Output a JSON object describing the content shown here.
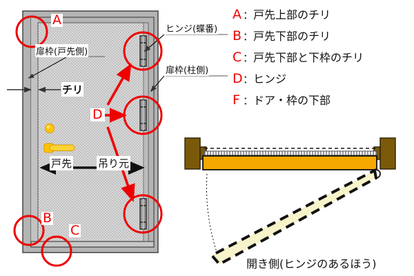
{
  "legend": {
    "items": [
      {
        "key": "A",
        "sep": "：",
        "text": "戸先上部のチリ"
      },
      {
        "key": "B",
        "sep": "：",
        "text": "戸先下部のチリ"
      },
      {
        "key": "C",
        "sep": "：",
        "text": "戸先下部と下枠のチリ"
      },
      {
        "key": "D",
        "sep": "：",
        "text": "ヒンジ"
      },
      {
        "key": "F",
        "sep": "：",
        "text": "ドア・枠の下部"
      }
    ]
  },
  "elevation": {
    "callouts": {
      "hinge": "ヒンジ(蝶番)",
      "frame_pillar_side": "扉枠(柱側)",
      "frame_leading_side": "扉枠(戸先側)",
      "chiri": "チリ"
    },
    "markers": {
      "a": "A",
      "b": "B",
      "c": "C",
      "d": "D"
    },
    "direction": {
      "left": "戸先",
      "right": "吊り元"
    }
  },
  "plan": {
    "caption": "開き側(ヒンジのあるほう)"
  },
  "colors": {
    "marker_red": "#ee0000",
    "frame_gray": "#b4b4b4",
    "panel_gray": "#d0d0d0",
    "jamb_brown": "#7a5a0a",
    "slab_orange": "#f5a800",
    "swing_cream": "#f7f3ca",
    "handle_gold": "#ffc400",
    "hinge_gray": "#9a9a9a",
    "text_black": "#000000"
  }
}
